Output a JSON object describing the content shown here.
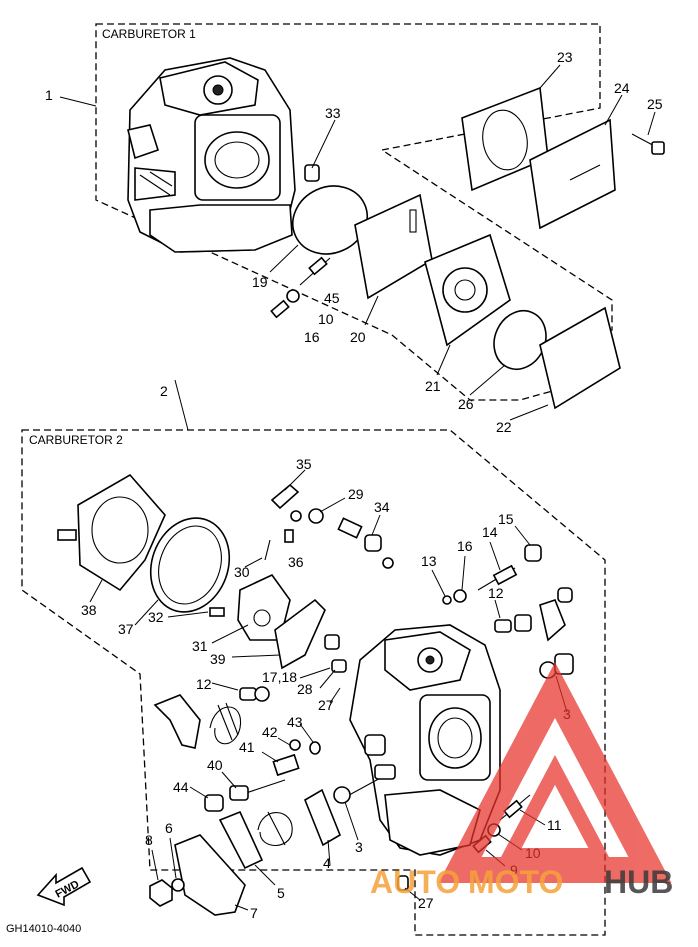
{
  "titles": {
    "carb1": "CARBURETOR 1",
    "carb2": "CARBURETOR 2"
  },
  "callouts": {
    "c1": "1",
    "c2": "2",
    "c3a": "3",
    "c3b": "3",
    "c4": "4",
    "c5": "5",
    "c6": "6",
    "c7": "7",
    "c8": "8",
    "c9": "9",
    "c10a": "10",
    "c10b": "10",
    "c11": "11",
    "c12a": "12",
    "c12b": "12",
    "c13": "13",
    "c14": "14",
    "c15": "15",
    "c16a": "16",
    "c16b": "16",
    "c1718": "17,18",
    "c19": "19",
    "c20": "20",
    "c21": "21",
    "c22": "22",
    "c23": "23",
    "c24": "24",
    "c25": "25",
    "c26": "26",
    "c27a": "27",
    "c27b": "27",
    "c28": "28",
    "c29": "29",
    "c30": "30",
    "c31": "31",
    "c32": "32",
    "c33": "33",
    "c34": "34",
    "c35": "35",
    "c36": "36",
    "c37": "37",
    "c38": "38",
    "c39": "39",
    "c40": "40",
    "c41": "41",
    "c42": "42",
    "c43": "43",
    "c44": "44",
    "c45": "45"
  },
  "fwd_label": "FWD",
  "diagram_code": "GH14010-4040",
  "watermark": {
    "auto": "AUTO",
    "moto": "MOTO",
    "hub": "HUB"
  },
  "colors": {
    "watermark_red": "#e8322b",
    "watermark_orange": "#f6a23a",
    "watermark_dark": "#3a3a3a"
  }
}
